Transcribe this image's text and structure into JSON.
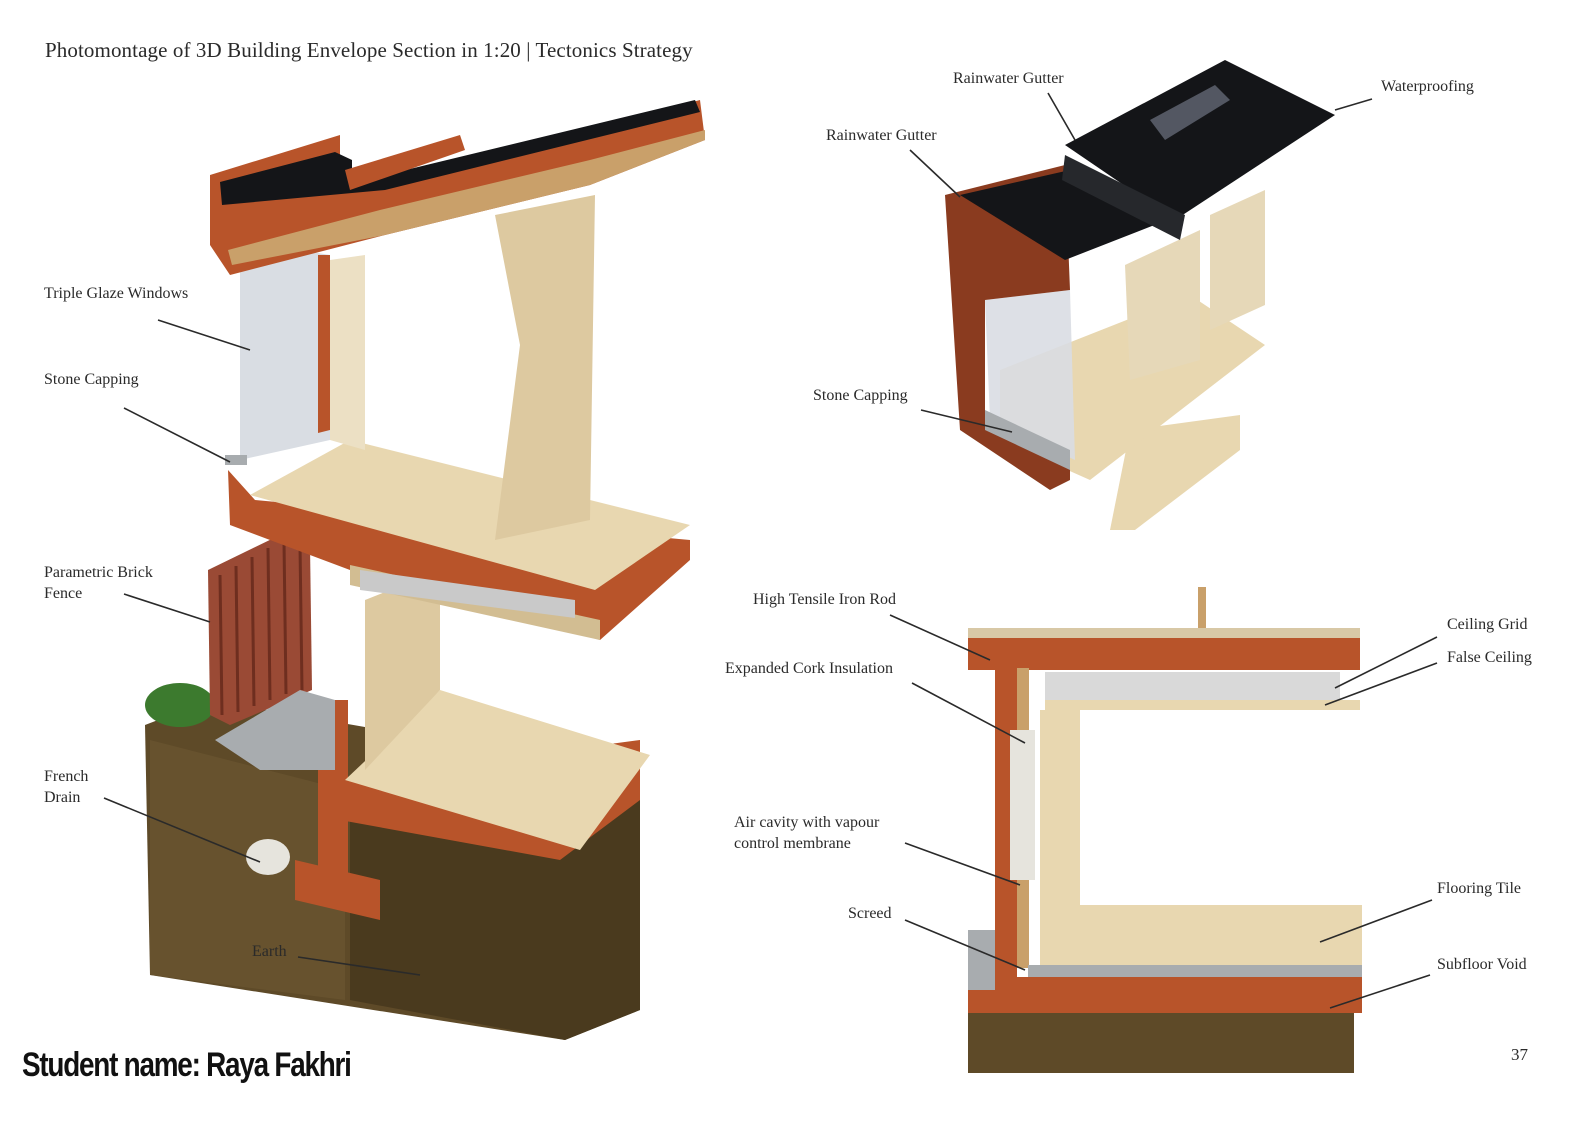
{
  "page": {
    "title": "Photomontage of 3D Building Envelope Section in 1:20 | Tectonics Strategy",
    "student": "Student name: Raya Fakhri",
    "page_number": "37"
  },
  "left_labels": {
    "triple_glaze": "Triple Glaze Windows",
    "stone_capping": "Stone Capping",
    "parametric_brick": "Parametric Brick\nFence",
    "french_drain": "French\nDrain",
    "earth": "Earth"
  },
  "top_right_labels": {
    "rainwater_gutter_top": "Rainwater Gutter",
    "rainwater_gutter": "Rainwater Gutter",
    "waterproofing": "Waterproofing",
    "stone_capping": "Stone Capping"
  },
  "bottom_right_labels": {
    "iron_rod": "High Tensile Iron Rod",
    "cork": "Expanded Cork Insulation",
    "air_cavity": "Air cavity with vapour\ncontrol membrane",
    "screed": "Screed",
    "ceiling_grid": "Ceiling Grid",
    "false_ceiling": "False Ceiling",
    "flooring_tile": "Flooring Tile",
    "subfloor_void": "Subfloor Void"
  },
  "colors": {
    "timber": "#b8542a",
    "timber_dark": "#7a3318",
    "cork": "#c9a06a",
    "plywood": "#e8d7b0",
    "plywood_shade": "#d2bd92",
    "glass": "#d9dde3",
    "black": "#141518",
    "earth": "#5e4a28",
    "earth_dark": "#3d2f18",
    "grass": "#3c7a2e",
    "screed": "#a8acaf"
  }
}
